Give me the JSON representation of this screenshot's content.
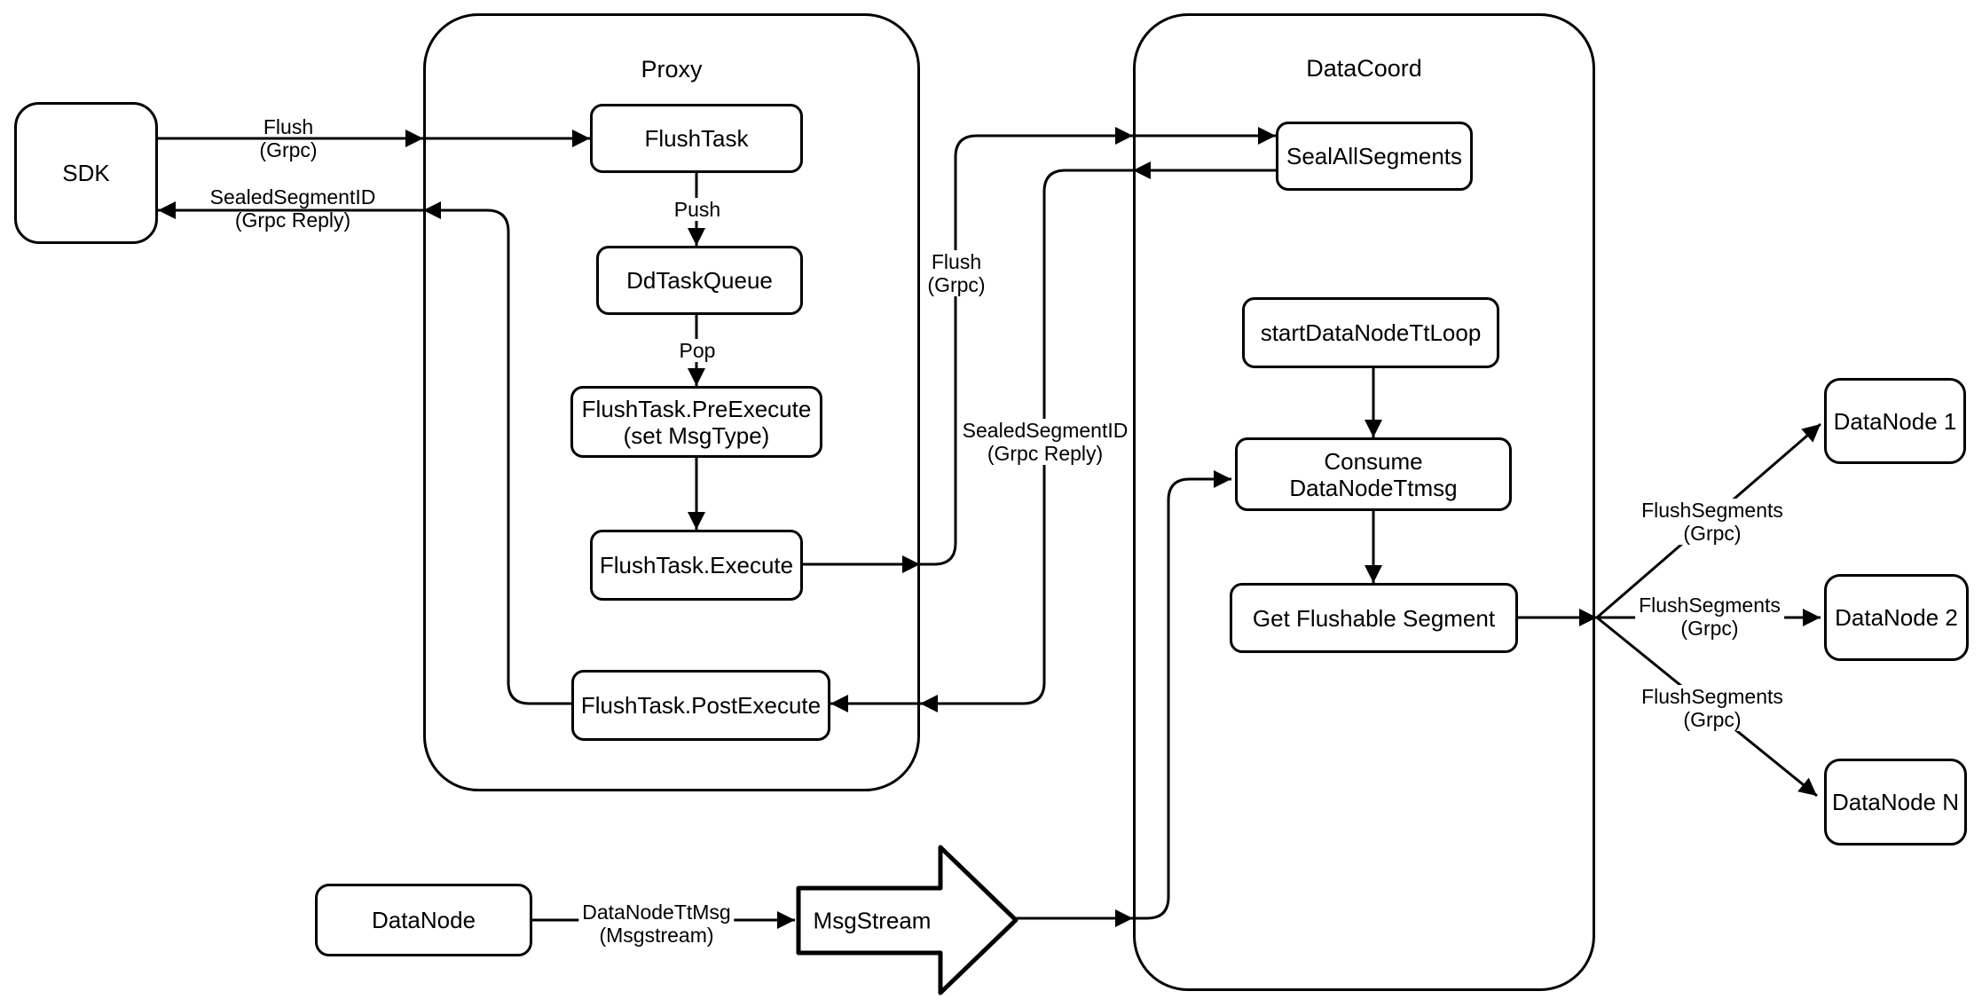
{
  "diagram": {
    "background_color": "#ffffff",
    "stroke_color": "#000000",
    "node_fill_color": "#ffffff"
  },
  "containers": {
    "proxy": {
      "title": "Proxy"
    },
    "datacoord": {
      "title": "DataCoord"
    }
  },
  "nodes": {
    "sdk": {
      "label": "SDK"
    },
    "flush_task": {
      "label": "FlushTask"
    },
    "dd_task_queue": {
      "label": "DdTaskQueue"
    },
    "pre_execute": {
      "label": "FlushTask.PreExecute\n(set MsgType)"
    },
    "execute": {
      "label": "FlushTask.Execute"
    },
    "post_execute": {
      "label": "FlushTask.PostExecute"
    },
    "seal_all_segments": {
      "label": "SealAllSegments"
    },
    "start_data_node_tt_loop": {
      "label": "startDataNodeTtLoop"
    },
    "consume_data_node_ttmsg": {
      "label": "Consume DataNodeTtmsg"
    },
    "get_flushable_segment": {
      "label": "Get Flushable Segment"
    },
    "datanode_1": {
      "label": "DataNode 1"
    },
    "datanode_2": {
      "label": "DataNode 2"
    },
    "datanode_n": {
      "label": "DataNode N"
    },
    "datanode_bottom": {
      "label": "DataNode"
    },
    "msgstream": {
      "label": "MsgStream"
    }
  },
  "edge_labels": {
    "flush_grpc_sdk": "Flush\n(Grpc)",
    "sealed_segment_id_reply_sdk": "SealedSegmentID\n(Grpc Reply)",
    "push": "Push",
    "pop": "Pop",
    "flush_grpc_coord": "Flush\n(Grpc)",
    "sealed_segment_id_reply_coord": "SealedSegmentID\n(Grpc Reply)",
    "flush_segments_1": "FlushSegments\n(Grpc)",
    "flush_segments_2": "FlushSegments\n(Grpc)",
    "flush_segments_3": "FlushSegments\n(Grpc)",
    "datanode_tt_msg": "DataNodeTtMsg\n(Msgstream)"
  }
}
